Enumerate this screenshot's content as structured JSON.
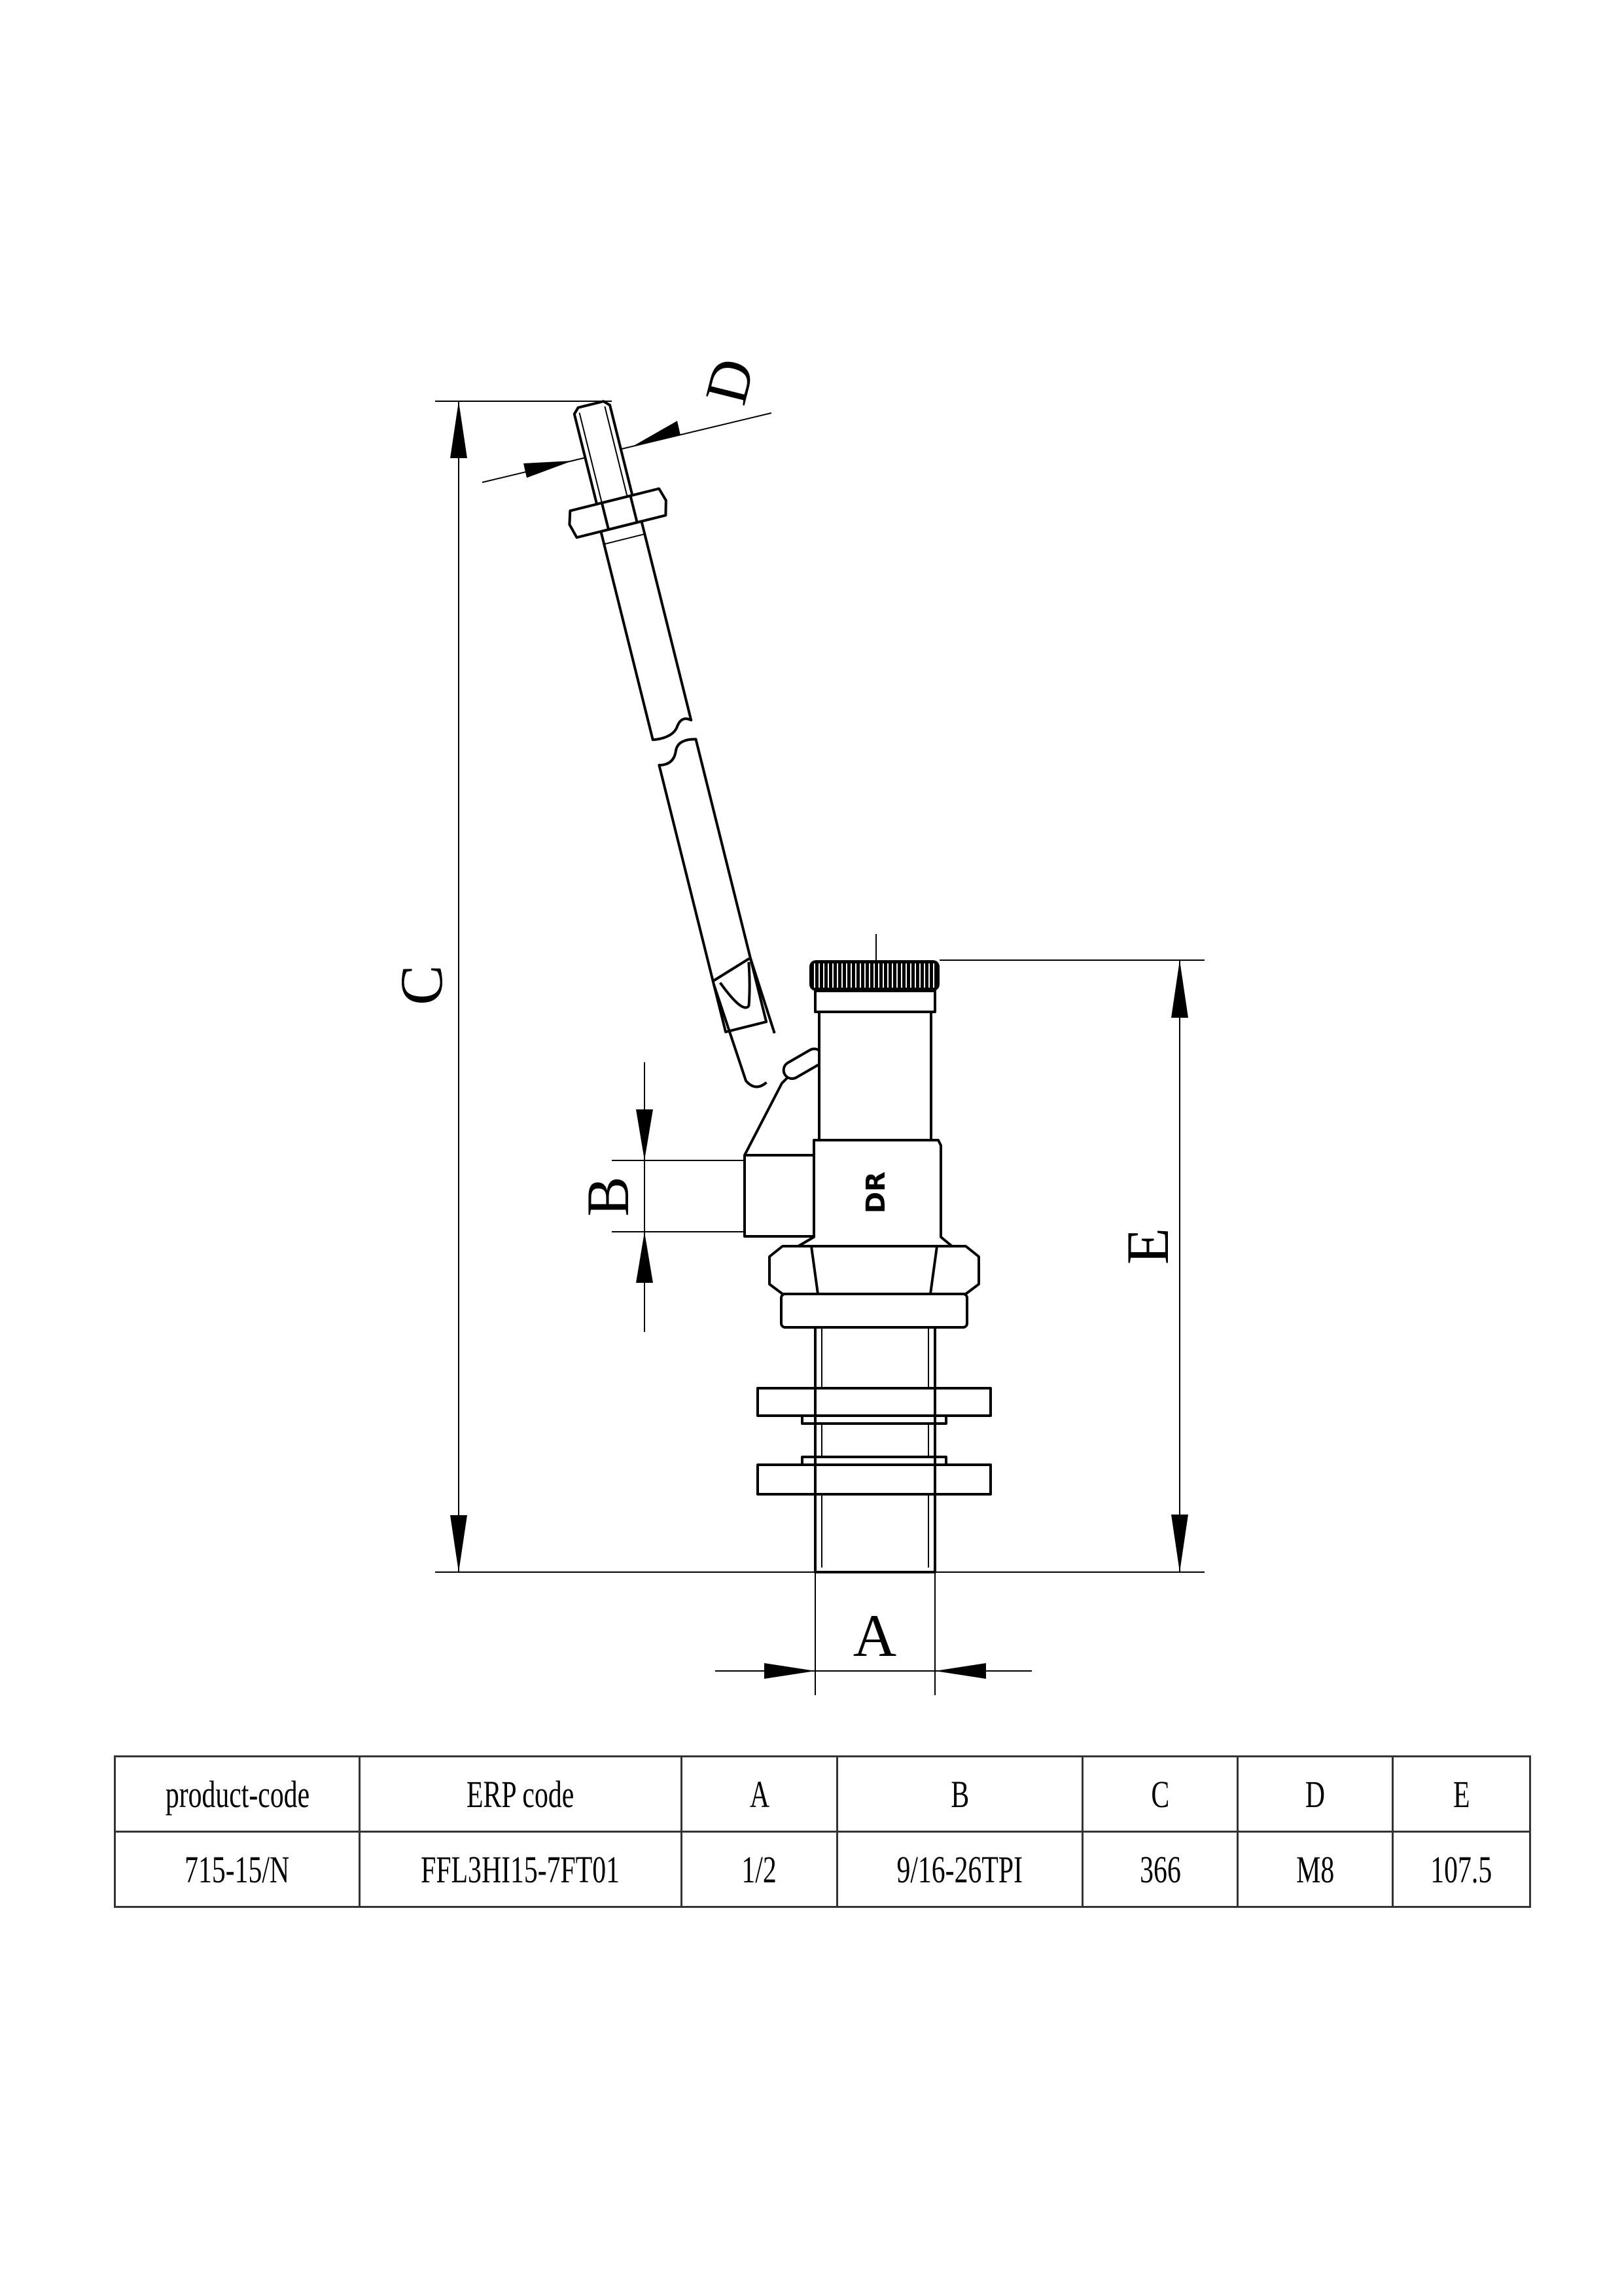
{
  "drawing": {
    "labels": {
      "A": "A",
      "B": "B",
      "C": "C",
      "D": "D",
      "E": "E"
    },
    "body_marking": "DR"
  },
  "table": {
    "headers": [
      "product-code",
      "ERP code",
      "A",
      "B",
      "C",
      "D",
      "E"
    ],
    "rows": [
      [
        "715-15/N",
        "FFL3HI15-7FT01",
        "1/2",
        "9/16-26TPI",
        "366",
        "M8",
        "107.5"
      ]
    ]
  }
}
